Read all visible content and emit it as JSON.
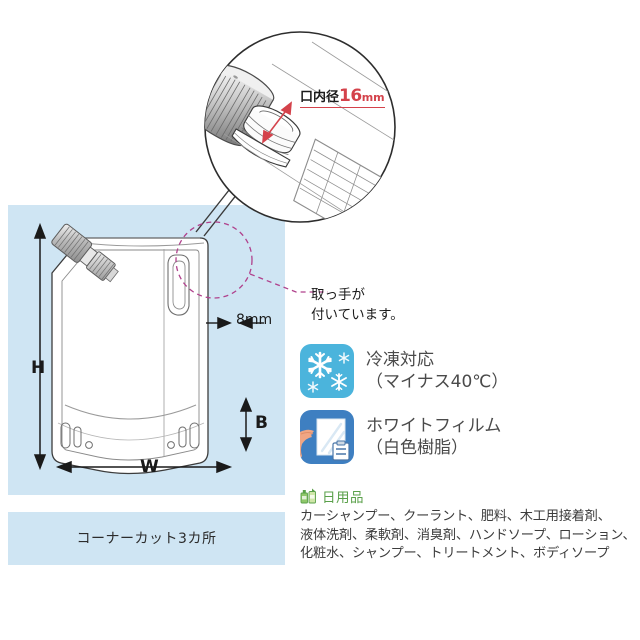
{
  "diagram": {
    "magnifier": {
      "mouth_label_jp": "口内径",
      "mouth_label_value": "16",
      "mouth_label_unit": "mm"
    },
    "pouch": {
      "dim_height": "H",
      "dim_width": "W",
      "dim_bottom": "B",
      "seal_width": "8mm",
      "caption": "コーナーカット3カ所"
    },
    "handle_callout": "取っ手が\n付いています。"
  },
  "features": [
    {
      "icon": "snowflake-icon",
      "icon_bg": "#4bb4dc",
      "label": "冷凍対応\n（マイナス40℃）"
    },
    {
      "icon": "white-film-icon",
      "icon_bg": "#3e7fc1",
      "label": "ホワイトフィルム\n（白色樹脂）"
    }
  ],
  "usage": {
    "icon": "toiletry-bottles-icon",
    "title": "日用品",
    "items": "カーシャンプー、クーラント、肥料、木工用接着剤、\n液体洗剤、柔軟剤、消臭剤、ハンドソープ、ローション、\n化粧水、シャンプー、トリートメント、ボディソープ"
  },
  "colors": {
    "panel_blue": "#cfe5f3",
    "accent_red": "#d4424b",
    "callout_magenta": "#b0418c",
    "usage_green": "#5aa04a"
  }
}
